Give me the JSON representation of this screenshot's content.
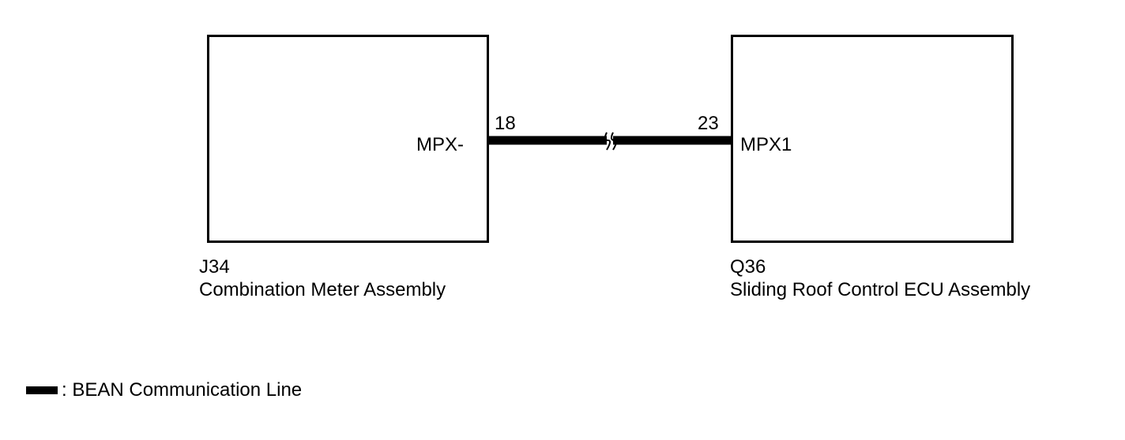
{
  "components": {
    "left": {
      "code": "J34",
      "name": "Combination Meter Assembly",
      "signal": "MPX-",
      "pin": "18"
    },
    "right": {
      "code": "Q36",
      "name": "Sliding Roof Control ECU Assembly",
      "signal": "MPX1",
      "pin": "23"
    }
  },
  "wire": {
    "type": "BEAN Communication Line",
    "color": "#000000",
    "has_break_symbol": true
  },
  "legend": {
    "text": ": BEAN Communication Line"
  }
}
